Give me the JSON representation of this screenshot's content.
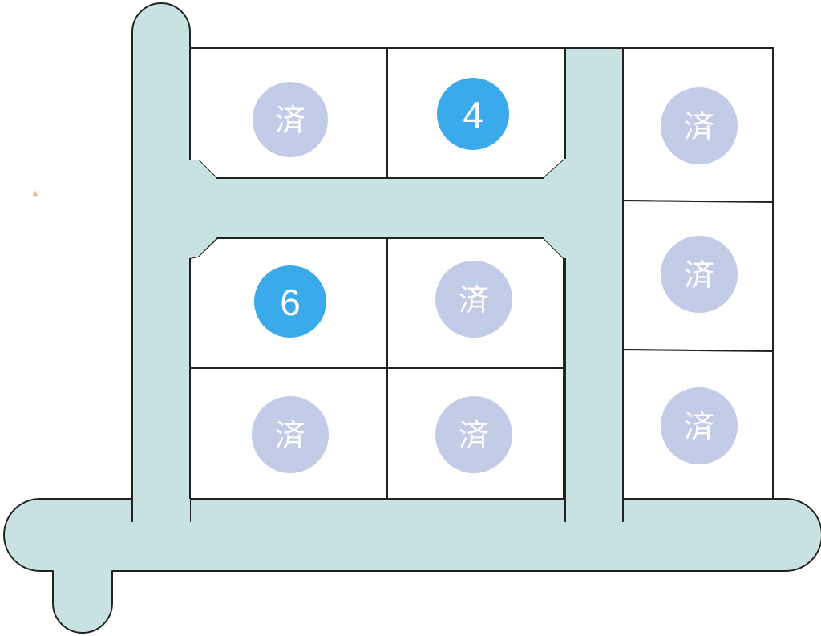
{
  "colors": {
    "road": "#c8e2e2",
    "available_circle": "#3baaea",
    "available_text": "#ffffff",
    "sold_circle": "#c3cce6",
    "sold_text": "#ffffff",
    "lot_border": "#222222"
  },
  "lots": [
    {
      "id": "top-left",
      "status": "sold",
      "label": "済"
    },
    {
      "id": "top-middle",
      "status": "available",
      "label": "4"
    },
    {
      "id": "right-top",
      "status": "sold",
      "label": "済"
    },
    {
      "id": "middle-left",
      "status": "available",
      "label": "6"
    },
    {
      "id": "middle-center",
      "status": "sold",
      "label": "済"
    },
    {
      "id": "right-middle",
      "status": "sold",
      "label": "済"
    },
    {
      "id": "bottom-left",
      "status": "sold",
      "label": "済"
    },
    {
      "id": "bottom-center",
      "status": "sold",
      "label": "済"
    },
    {
      "id": "right-bottom",
      "status": "sold",
      "label": "済"
    }
  ]
}
